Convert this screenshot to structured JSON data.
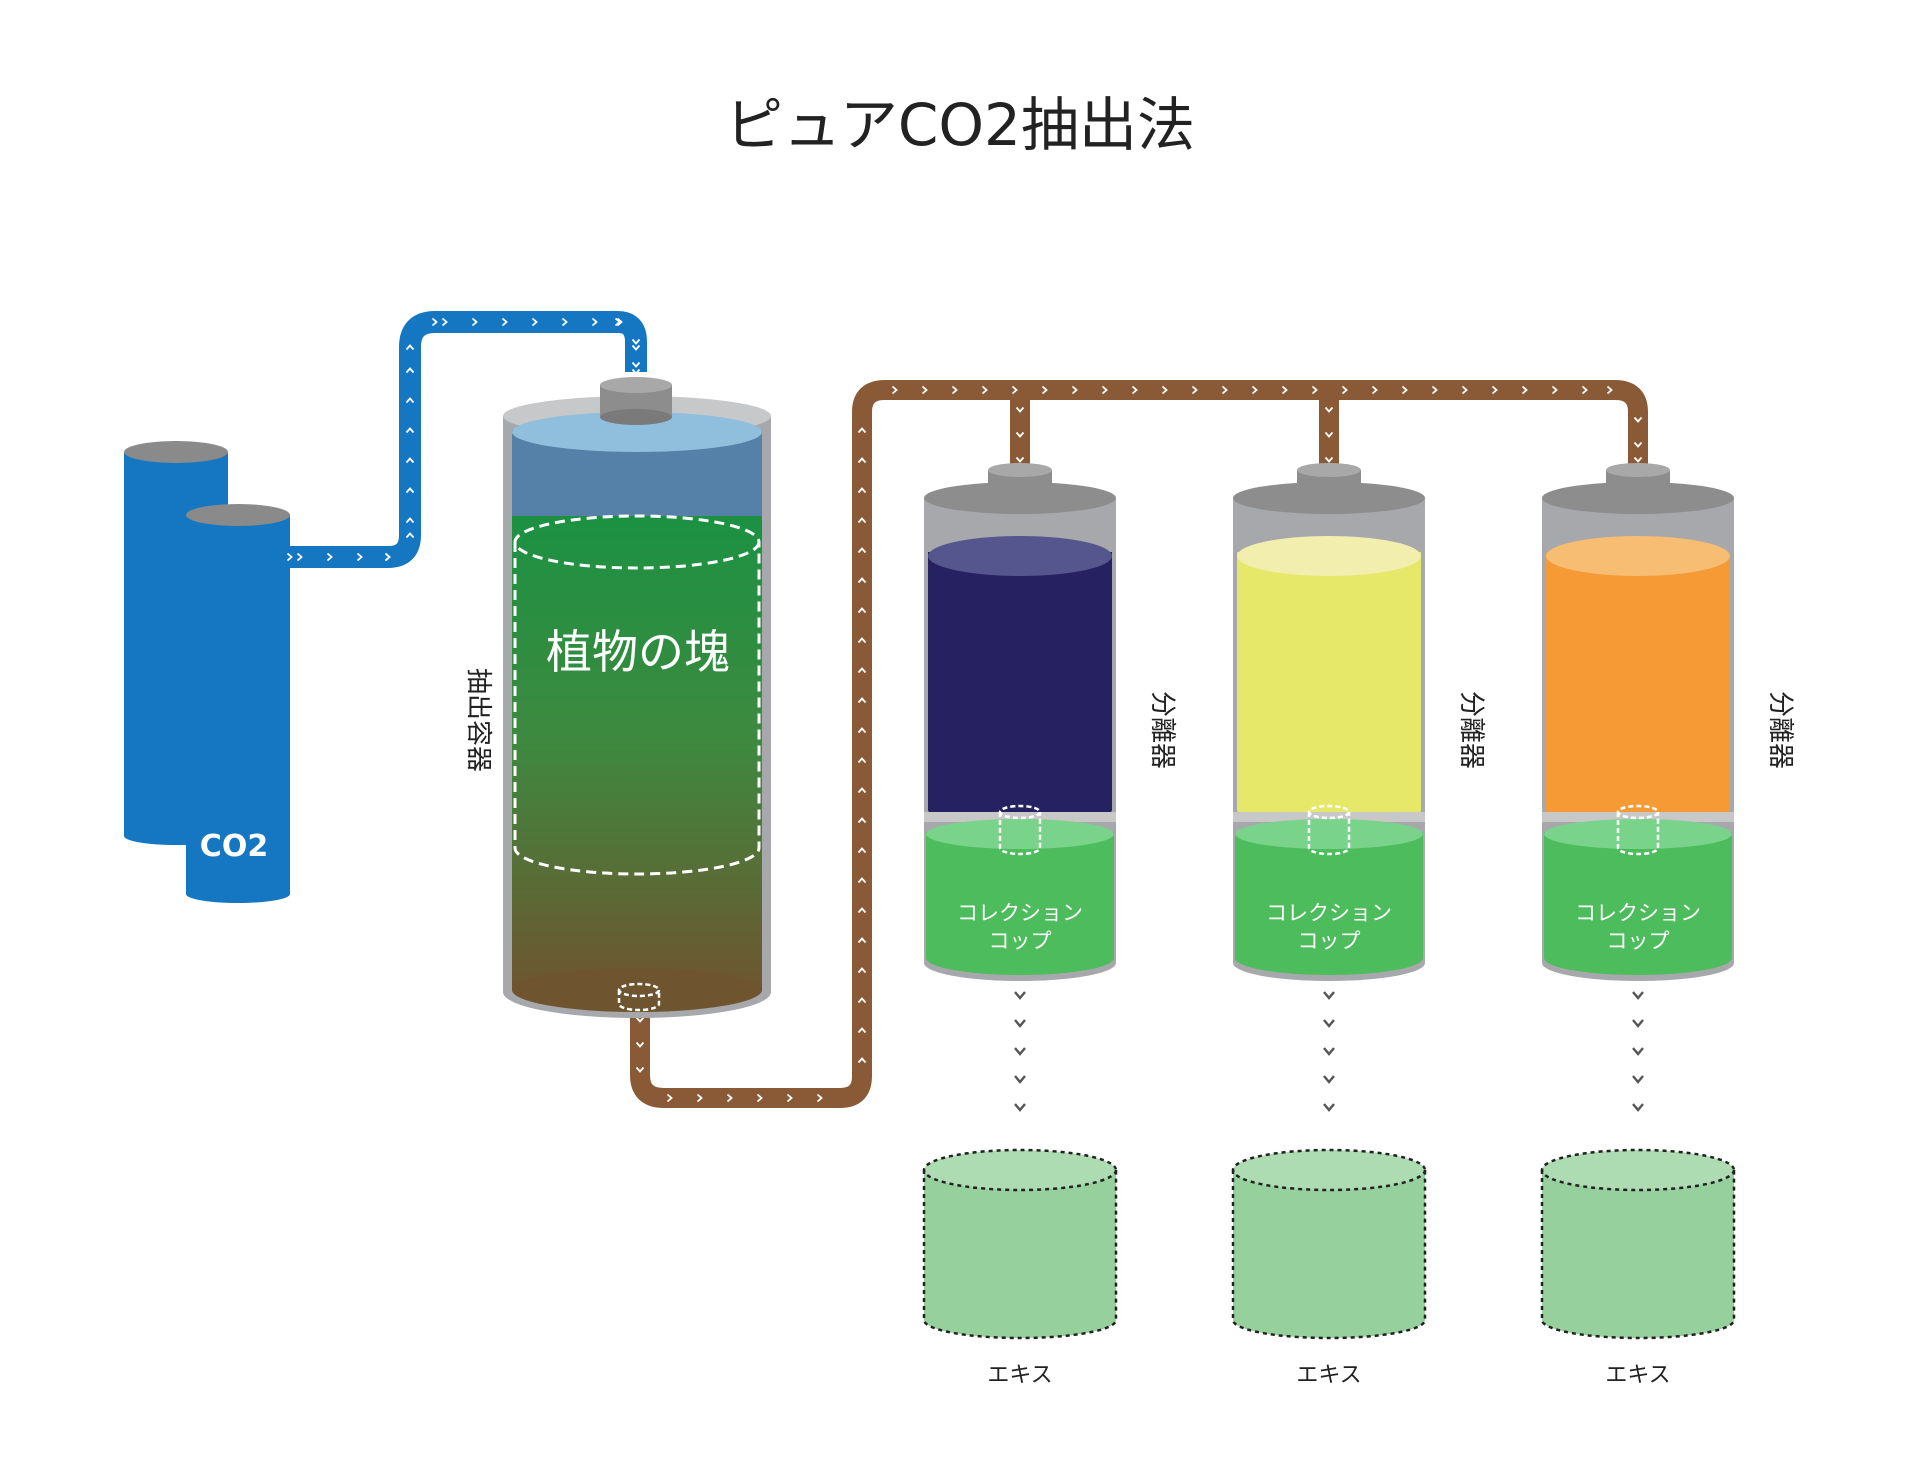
{
  "title": "ピュアCO2抽出法",
  "co2_tank_label": "CO2",
  "extraction_vessel": {
    "side_label": "抽出容器",
    "plant_label": "植物の塊"
  },
  "separators": [
    {
      "side_label": "分離器",
      "cup_line1": "コレクション",
      "cup_line2": "コップ",
      "product_label": "エキス",
      "liquid_color": "#262262",
      "liquid_top_color": "#56568e"
    },
    {
      "side_label": "分離器",
      "cup_line1": "コレクション",
      "cup_line2": "コップ",
      "product_label": "エキス",
      "liquid_color": "#e6e86a",
      "liquid_top_color": "#f2eeae"
    },
    {
      "side_label": "分離器",
      "cup_line1": "コレクション",
      "cup_line2": "コップ",
      "product_label": "エキス",
      "liquid_color": "#f59a34",
      "liquid_top_color": "#f6bd73"
    }
  ],
  "colors": {
    "co2_blue": "#1577c2",
    "pipe_brown": "#8a5a36",
    "cap_gray": "#8d8d8d",
    "shell_gray": "#a6a8ab",
    "cup_green": "#4cbc5c",
    "extract_green": "#96d09c"
  }
}
